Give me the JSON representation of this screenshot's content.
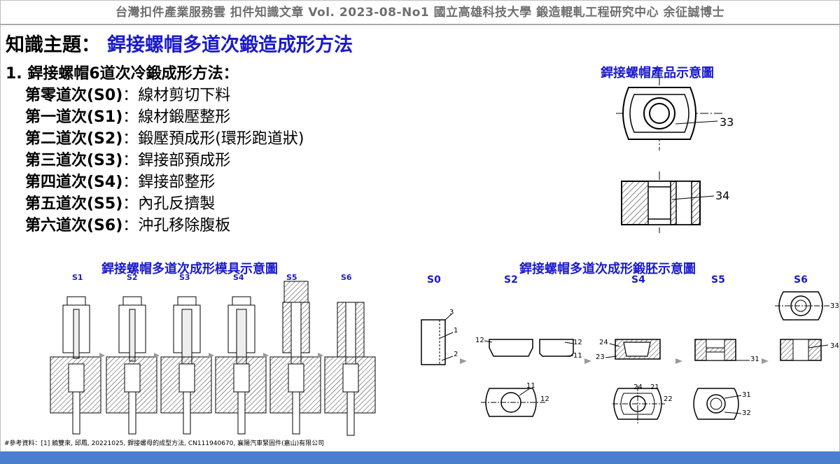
{
  "header": {
    "text": "台灣扣件產業服務雲  扣件知識文章  Vol. 2023-08-No1  國立高雄科技大學  鍛造輥軋工程研究中心  余征誠博士"
  },
  "topic": {
    "label": "知識主題：",
    "title": "銲接螺帽多道次鍛造成形方法"
  },
  "steps": {
    "heading": "1. 銲接螺帽6道次冷鍛成形方法：",
    "items": [
      {
        "stage": "第零道次(S0)",
        "desc": "：線材剪切下料"
      },
      {
        "stage": "第一道次(S1)",
        "desc": "：線材鍛壓整形"
      },
      {
        "stage": "第二道次(S2)",
        "desc": "：鍛壓預成形(環形跑道狀)"
      },
      {
        "stage": "第三道次(S3)",
        "desc": "：銲接部預成形"
      },
      {
        "stage": "第四道次(S4)",
        "desc": "：銲接部整形"
      },
      {
        "stage": "第五道次(S5)",
        "desc": "：內孔反擠製"
      },
      {
        "stage": "第六道次(S6)",
        "desc": "：沖孔移除腹板"
      }
    ]
  },
  "product_figure": {
    "caption": "銲接螺帽產品示意圖",
    "labels": [
      "33",
      "34"
    ]
  },
  "die_figure": {
    "caption": "銲接螺帽多道次成形模具示意圖",
    "stages": [
      "S1",
      "S2",
      "S3",
      "S4",
      "S5",
      "S6"
    ]
  },
  "blank_figure": {
    "caption": "銲接螺帽多道次成形鍛胚示意圖",
    "stages": [
      "S0",
      "S2",
      "S4",
      "S5",
      "S6"
    ],
    "labels": {
      "s0": [
        "3",
        "1",
        "2"
      ],
      "s2": [
        "12",
        "12",
        "11",
        "12",
        "11"
      ],
      "s4": [
        "24",
        "23",
        "24",
        "21",
        "22"
      ],
      "s5": [
        "31",
        "31",
        "32"
      ],
      "s6": [
        "33",
        "34"
      ]
    }
  },
  "reference": {
    "text": "#參考資料：[1] 饒雙來, 邱鳳, 20221025, 銲接螺母的成型方法, CN111940670, 襄陽汽車緊固件(嘉山)有限公司"
  },
  "colors": {
    "accent": "#1a1acc",
    "header_text": "#6f6f6f",
    "bottom_bar": "#4a7fd0"
  }
}
